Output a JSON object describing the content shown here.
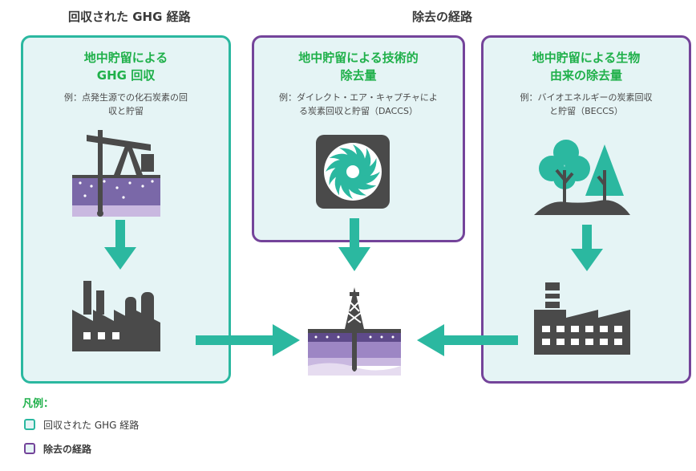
{
  "headers": {
    "captured_pathway": "回収された GHG 経路",
    "removal_pathway": "除去の経路"
  },
  "boxes": {
    "ccs": {
      "title_line1": "地中貯留による",
      "title_line2": "GHG 回収",
      "example_line1": "例：点発生源での化石炭素の回",
      "example_line2": "収と貯留"
    },
    "daccs": {
      "title_line1": "地中貯留による技術的",
      "title_line2": "除去量",
      "example_line1": "例：ダイレクト・エア・キャプチャによ",
      "example_line2": "る炭素回収と貯留（DACCS）"
    },
    "beccs": {
      "title_line1": "地中貯留による生物",
      "title_line2": "由来の除去量",
      "example_line1": "例：バイオエネルギーの炭素回収",
      "example_line2": "と貯留（BECCS）"
    }
  },
  "legend": {
    "title": "凡例：",
    "item_captured": "回収された GHG 経路",
    "item_removal": "除去の経路"
  },
  "colors": {
    "teal": "#2bb8a0",
    "purple": "#74449a",
    "green_text": "#1fb04a",
    "box_fill": "#e5f4f5",
    "icon_dark": "#4a4a4a"
  }
}
